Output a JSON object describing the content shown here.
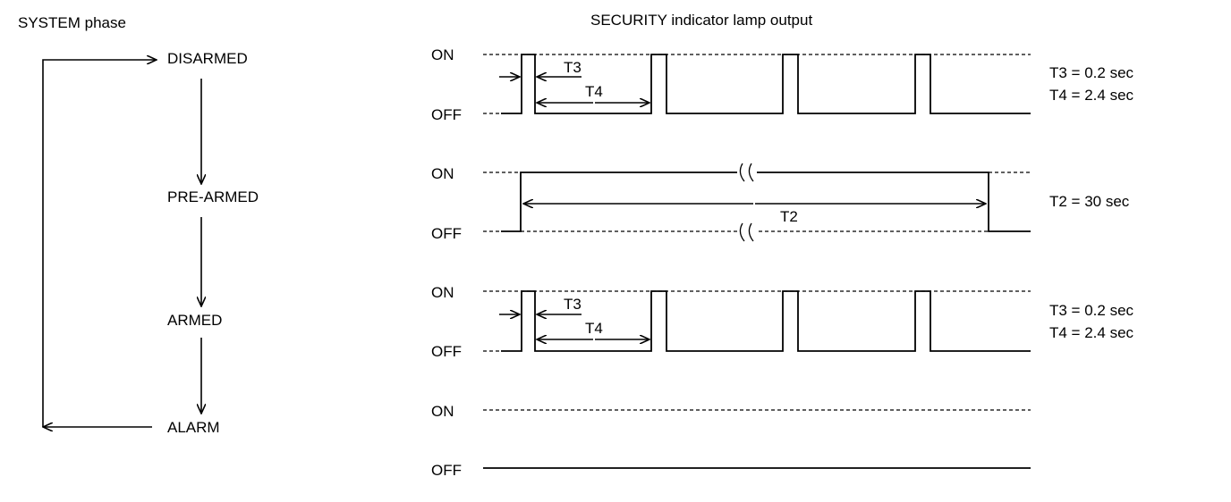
{
  "left_title": "SYSTEM phase",
  "right_title": "SECURITY indicator lamp output",
  "phases": [
    "DISARMED",
    "PRE-ARMED",
    "ARMED",
    "ALARM"
  ],
  "levels": {
    "on": "ON",
    "off": "OFF"
  },
  "timing": {
    "t2_label": "T2",
    "t3_label": "T3",
    "t4_label": "T4",
    "disarmed_t3": "T3 = 0.2 sec",
    "disarmed_t4": "T4 = 2.4 sec",
    "prearmed_t2": "T2 = 30 sec",
    "armed_t3": "T3 = 0.2 sec",
    "armed_t4": "T4 = 2.4 sec"
  }
}
